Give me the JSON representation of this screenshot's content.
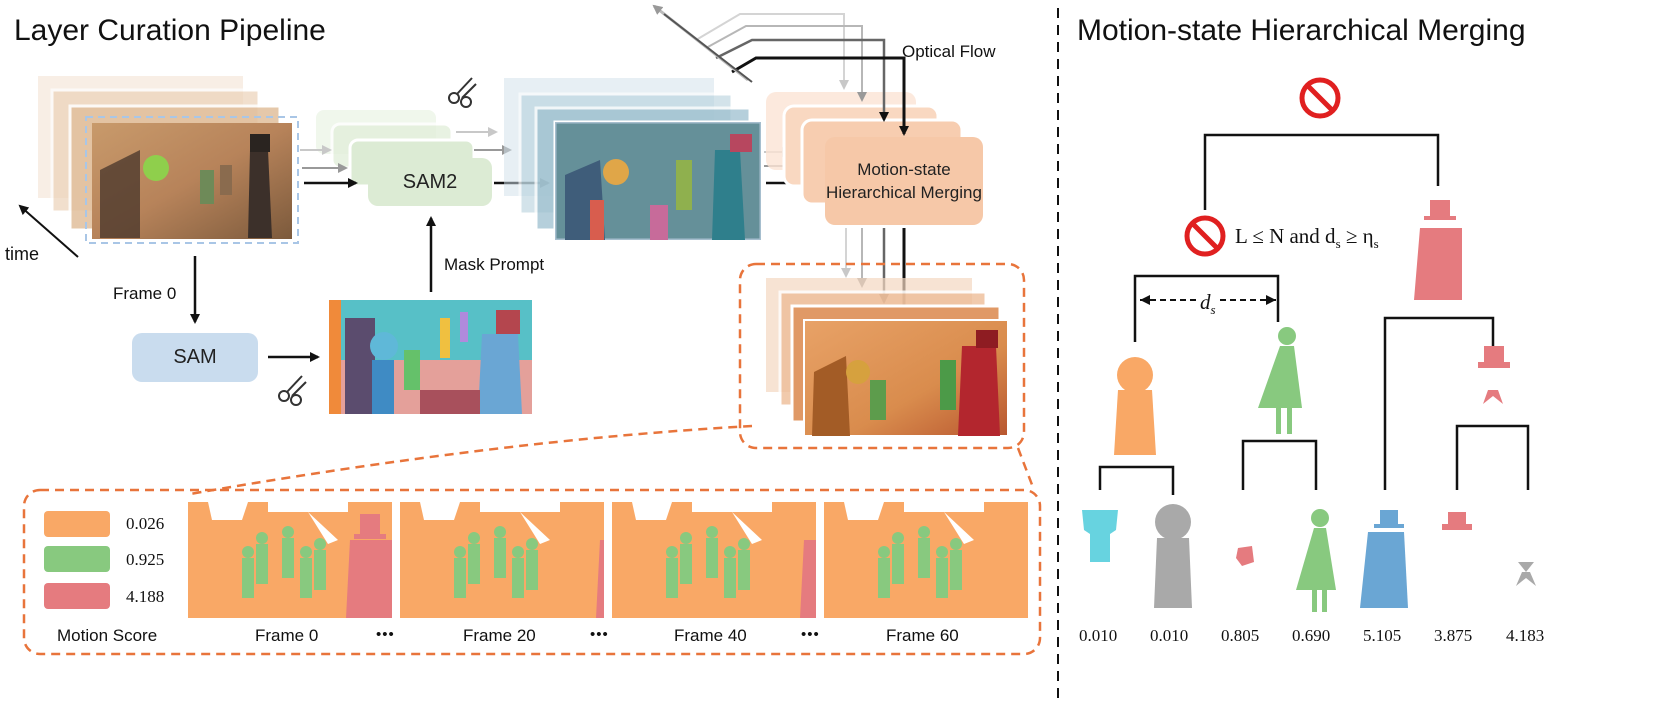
{
  "left_title": "Layer Curation Pipeline",
  "right_title": "Motion-state Hierarchical Merging",
  "labels": {
    "time": "time",
    "frame0": "Frame 0",
    "mask_prompt": "Mask Prompt",
    "optical_flow": "Optical Flow",
    "sam": "SAM",
    "sam2": "SAM2",
    "merging": "Motion-state Hierarchical Merging",
    "motion_score": "Motion Score",
    "ds": "d",
    "ds_sub": "s",
    "condition": "L ≤ N and d",
    "condition_tail": " ≥ η"
  },
  "legend": [
    {
      "value": "0.026",
      "color": "#f9a866"
    },
    {
      "value": "0.925",
      "color": "#88c97f"
    },
    {
      "value": "4.188",
      "color": "#e57b7f"
    }
  ],
  "frames": [
    "Frame 0",
    "Frame 20",
    "Frame 40",
    "Frame 60"
  ],
  "ellipsis": "•••",
  "tree_scores": [
    "0.010",
    "0.010",
    "0.805",
    "0.690",
    "5.105",
    "3.875",
    "4.183"
  ],
  "colors": {
    "orange": "#f9a866",
    "green": "#88c97f",
    "red": "#e57b7f",
    "cyan": "#67d3e0",
    "gray": "#a9a9a9",
    "blue": "#6aa6d4",
    "dash_orange": "#e8743b",
    "dash_blue": "#a9c6e6",
    "forbid": "#e02020"
  }
}
